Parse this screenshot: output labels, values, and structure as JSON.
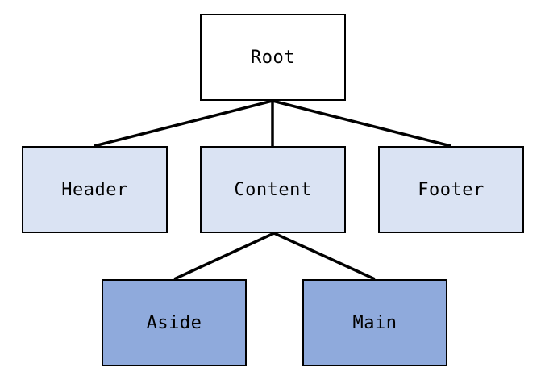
{
  "colors": {
    "level0": "#ffffff",
    "level1": "#dae3f3",
    "level2": "#8faadc",
    "edge": "#000000"
  },
  "nodes": {
    "root": "Root",
    "header": "Header",
    "content": "Content",
    "footer": "Footer",
    "aside": "Aside",
    "main": "Main"
  },
  "edges": [
    [
      "Root",
      "Header"
    ],
    [
      "Root",
      "Content"
    ],
    [
      "Root",
      "Footer"
    ],
    [
      "Content",
      "Aside"
    ],
    [
      "Content",
      "Main"
    ]
  ]
}
